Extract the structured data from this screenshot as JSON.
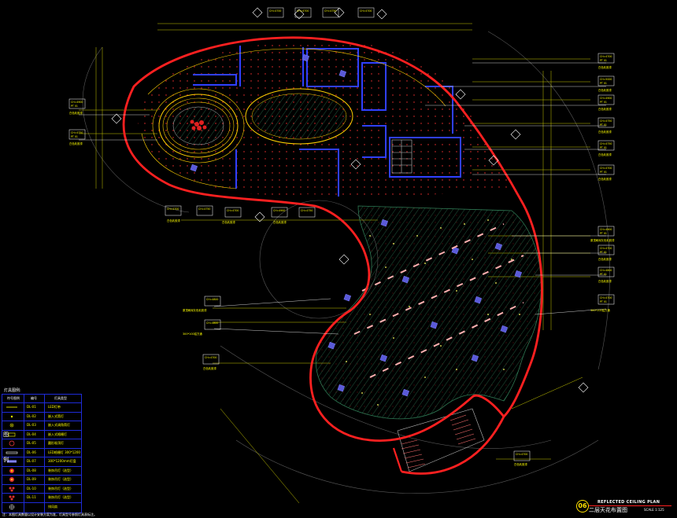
{
  "drawing": {
    "number": "06",
    "title_en": "REFLECTED CEILING PLAN",
    "title_cn": "二层天花布置图",
    "scale": "SCALE 1:125"
  },
  "legend": {
    "title": "灯具图例:",
    "headers": [
      "符号图例",
      "编号",
      "灯具类型"
    ],
    "rows": [
      {
        "code": "DL-01",
        "type": "LED灯带"
      },
      {
        "code": "DL-02",
        "type": "嵌入式筒灯"
      },
      {
        "code": "DL-03",
        "type": "嵌入式调角筒灯"
      },
      {
        "code": "DL-04",
        "type": "嵌入式格栅灯"
      },
      {
        "code": "DL-05",
        "type": "圆形吸顶灯"
      },
      {
        "code": "DL-06",
        "type": "LED格栅灯 300*1200"
      },
      {
        "code": "DL-07",
        "type": "300*1200mm灯盘"
      },
      {
        "code": "DL-08",
        "type": "装饰吊灯（选型）"
      },
      {
        "code": "DL-09",
        "type": "装饰吊灯（选型）"
      },
      {
        "code": "DL-10",
        "type": "装饰吊灯（选型）"
      },
      {
        "code": "DL-11",
        "type": "装饰吊灯（选型）"
      },
      {
        "code": "",
        "type": "排风扇"
      }
    ],
    "side_labels": [
      "图",
      "例"
    ]
  },
  "note": "注：本图灯具数量以设计安装方案为准，灯具型号参照灯具表标注。",
  "ceiling_tags": [
    {
      "level": "CH=4700",
      "finish": "PT 01",
      "desc": "白色乳胶漆"
    },
    {
      "level": "CH=4750",
      "finish": "PT 01",
      "desc": "白色乳胶漆"
    },
    {
      "level": "CH=4900",
      "finish": "PT 01",
      "desc": "白色乳胶漆"
    },
    {
      "level": "CH=5000",
      "finish": "PT 01",
      "desc": "白色乳胶漆"
    },
    {
      "level": "CH=4800",
      "finish": "PT 01",
      "desc": "原顶刷深灰色乳胶漆"
    },
    {
      "level": "",
      "finish": "",
      "desc": "300*100铝方通"
    }
  ],
  "colors": {
    "outline": "#ff2020",
    "dim": "#ffff00",
    "wall": "#3040ff",
    "hatch": "#00cc66",
    "grid": "#777777"
  }
}
